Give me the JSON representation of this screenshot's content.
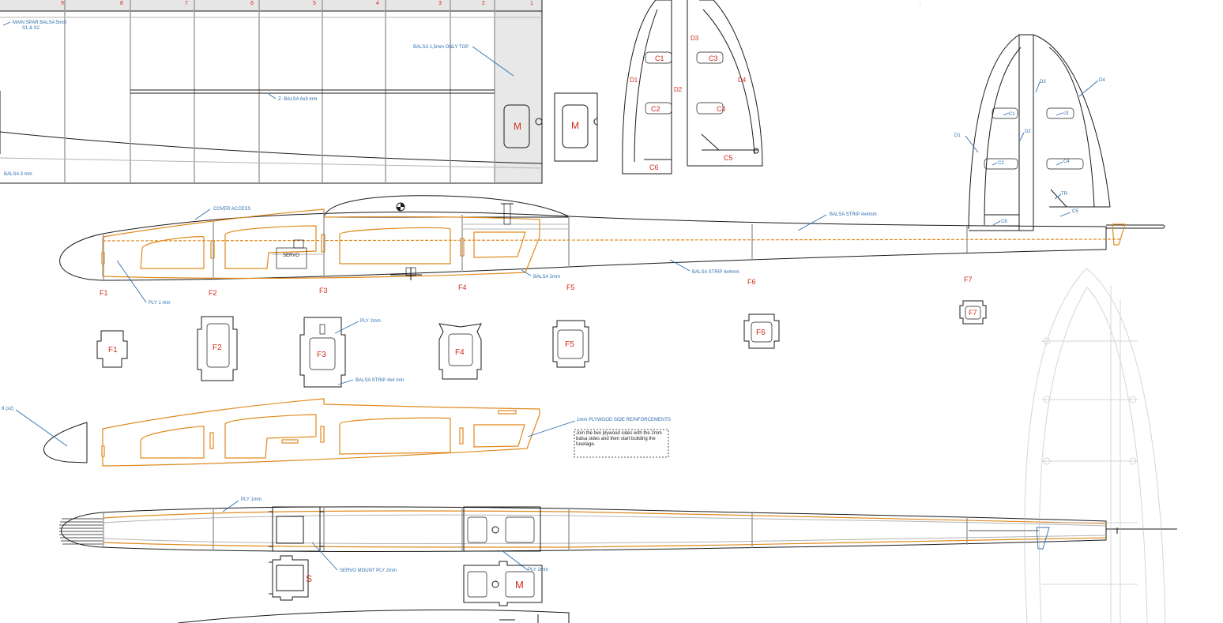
{
  "rib_numbers": [
    "9",
    "8",
    "7",
    "6",
    "5",
    "4",
    "3",
    "2",
    "1"
  ],
  "mount_mark": "M",
  "servo_mark": "S",
  "tail_parts": [
    "C1",
    "C2",
    "C3",
    "C4",
    "C5",
    "C6",
    "D1",
    "D2",
    "D3",
    "D4"
  ],
  "tail_callouts": [
    "C1",
    "C2",
    "c3",
    "C4",
    "C5",
    "C6",
    "D1",
    "D2",
    "D3",
    "D4",
    "TR"
  ],
  "formers": [
    "F1",
    "F2",
    "F3",
    "F4",
    "F5",
    "F6",
    "F7"
  ],
  "callouts": {
    "main_spar_line1": "MAIN SPAR BALSA 5mm",
    "main_spar_line2": "S1 & S2",
    "balsa_top": "BALSA 1,5mm ONLY TOP",
    "z_balsa": "Z- BALSA 6x3 mm",
    "balsa_3mm": "BALSA 3 mm",
    "cover_access": "COVER ACCESS",
    "balsa_strip_upper": "BALSA STRIP 4x4mm",
    "balsa_strip_lower": "BALSA STRIP 4x4mm",
    "balsa_2mm": "BALSA 2mm",
    "ply_1mm_side": "PLY 1 mm",
    "ply_2mm": "PLY 2mm",
    "balsa_strip_former": "BALSA STRIP 4x4 mm",
    "ply_nose_cut": "9 (x2)",
    "plywood_reinforcements": "1mm PLYWOOD SIDE REINFORCEMENTS",
    "ply_1mm_top": "PLY 1mm",
    "servo_mount": "SERVO MOUNT PLY 2mm",
    "ply_2mm_mount": "PLY 2mm",
    "servo_box": "SERVO",
    "stray_mark": ":"
  },
  "note_lines": [
    "Join the two plywood sides with the 2mm",
    "balsa sides and then start building the",
    "fuselage."
  ],
  "colors": {
    "structure": "#1a1a1a",
    "reinforcement": "#e08a1e",
    "annotation": "#2e6fb0",
    "label": "#d42a1c",
    "sheeting": "#e8e8e8"
  }
}
